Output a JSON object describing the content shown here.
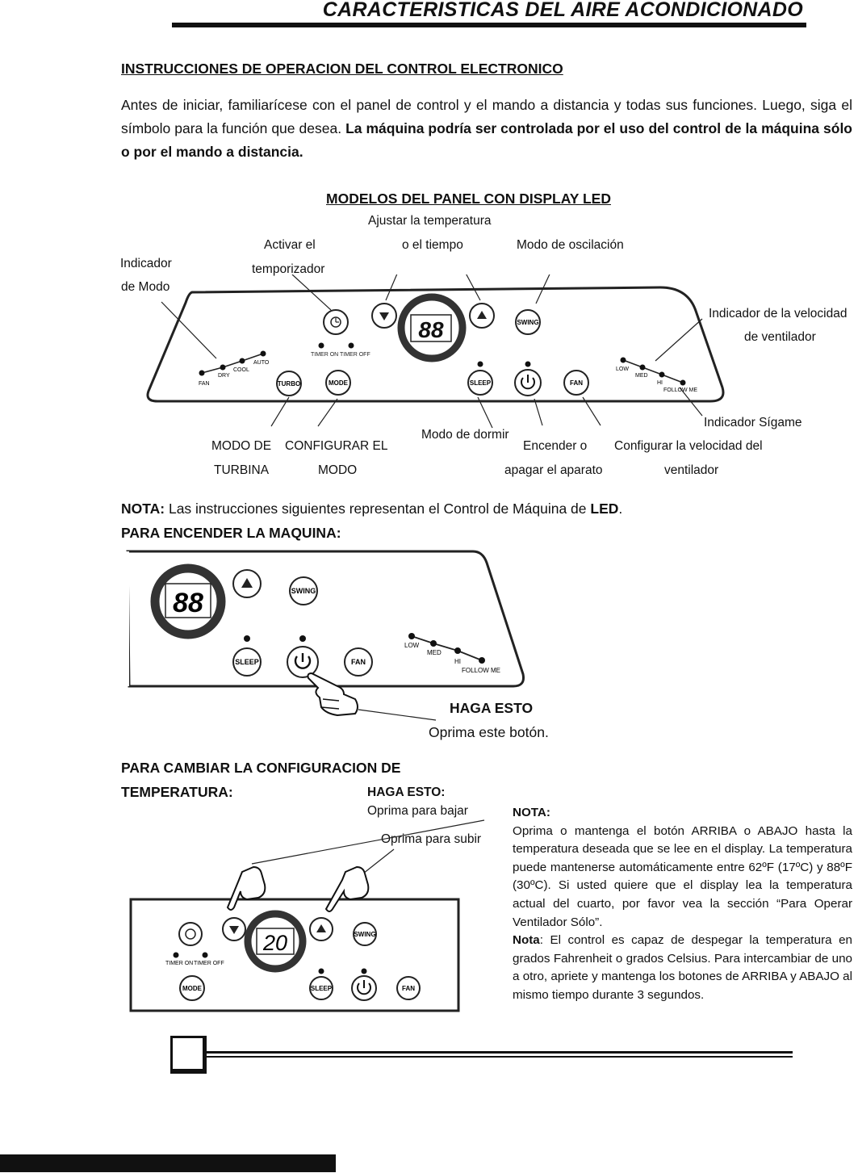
{
  "header": {
    "title": "CARACTERISTICAS DEL AIRE ACONDICIONADO"
  },
  "section1": {
    "heading": "INSTRUCCIONES DE OPERACION DEL CONTROL ELECTRONICO",
    "intro_plain": "Antes de iniciar, familiarícese con el panel de control y el mando a distancia y todas sus funciones. Luego, siga el símbolo para la función que desea. ",
    "intro_bold": "La máquina podría ser controlada por el uso del control de la máquina sólo o por el mando a distancia."
  },
  "panel_figure": {
    "heading": "MODELOS DEL PANEL CON DISPLAY LED",
    "callouts": {
      "ajustar_1": "Ajustar la temperatura",
      "ajustar_2": "o el tiempo",
      "activar_1": "Activar el",
      "activar_2": "temporizador",
      "indicador_modo_1": "Indicador",
      "indicador_modo_2": "de Modo",
      "oscilacion": "Modo de oscilación",
      "vel_1": "Indicador de la velocidad",
      "vel_2": "de ventilador",
      "sigame": "Indicador Sígame",
      "turbina_1": "MODO DE",
      "turbina_2": "TURBINA",
      "config_modo_1": "CONFIGURAR EL",
      "config_modo_2": "MODO",
      "dormir": "Modo de dormir",
      "encender_1": "Encender o",
      "encender_2": "apagar el aparato",
      "config_vel_1": "Configurar la velocidad del",
      "config_vel_2": "ventilador"
    },
    "panel_labels": {
      "display": "88",
      "swing": "SWING",
      "sleep": "SLEEP",
      "fan": "FAN",
      "turbo": "TURBO",
      "mode": "MODE",
      "timer_on": "TIMER ON",
      "timer_off": "TIMER OFF",
      "mode_fan": "FAN",
      "mode_dry": "DRY",
      "mode_cool": "COOL",
      "mode_auto": "AUTO",
      "speed_low": "LOW",
      "speed_med": "MED",
      "speed_hi": "HI",
      "follow_me": "FOLLOW ME"
    }
  },
  "note1": {
    "label": "NOTA:",
    "text_a": " Las instrucciones siguientes representan el Control de Máquina de ",
    "text_b": "LED",
    "text_c": "."
  },
  "power_on": {
    "heading": "PARA ENCENDER LA MAQUINA:",
    "do_this": "HAGA ESTO",
    "instruction": "Oprima este botón.",
    "display": "88"
  },
  "temperature": {
    "heading_1": "PARA CAMBIAR LA CONFIGURACION DE",
    "heading_2": "TEMPERATURA:",
    "do_this": "HAGA ESTO:",
    "lower": "Oprima para bajar",
    "raise": "Oprima para subir",
    "display": "20",
    "note_title": "NOTA:",
    "note_p1": "Oprima o mantenga el botón ARRIBA o ABAJO hasta la temperatura deseada que se lee en el display. La temperatura puede mantenerse automáticamente entre 62ºF (17ºC) y 88ºF (30ºC). Si usted quiere que el display lea la temperatura actual del cuarto, por favor vea la sección “Para Operar Ventilador Sólo”.",
    "note2_label": "Nota",
    "note_p2": ": El control es capaz de despegar la temperatura en grados Fahrenheit o grados Celsius. Para intercambiar de uno a otro, apriete y mantenga los botones de ARRIBA y ABAJO al mismo tiempo durante 3 segundos."
  }
}
